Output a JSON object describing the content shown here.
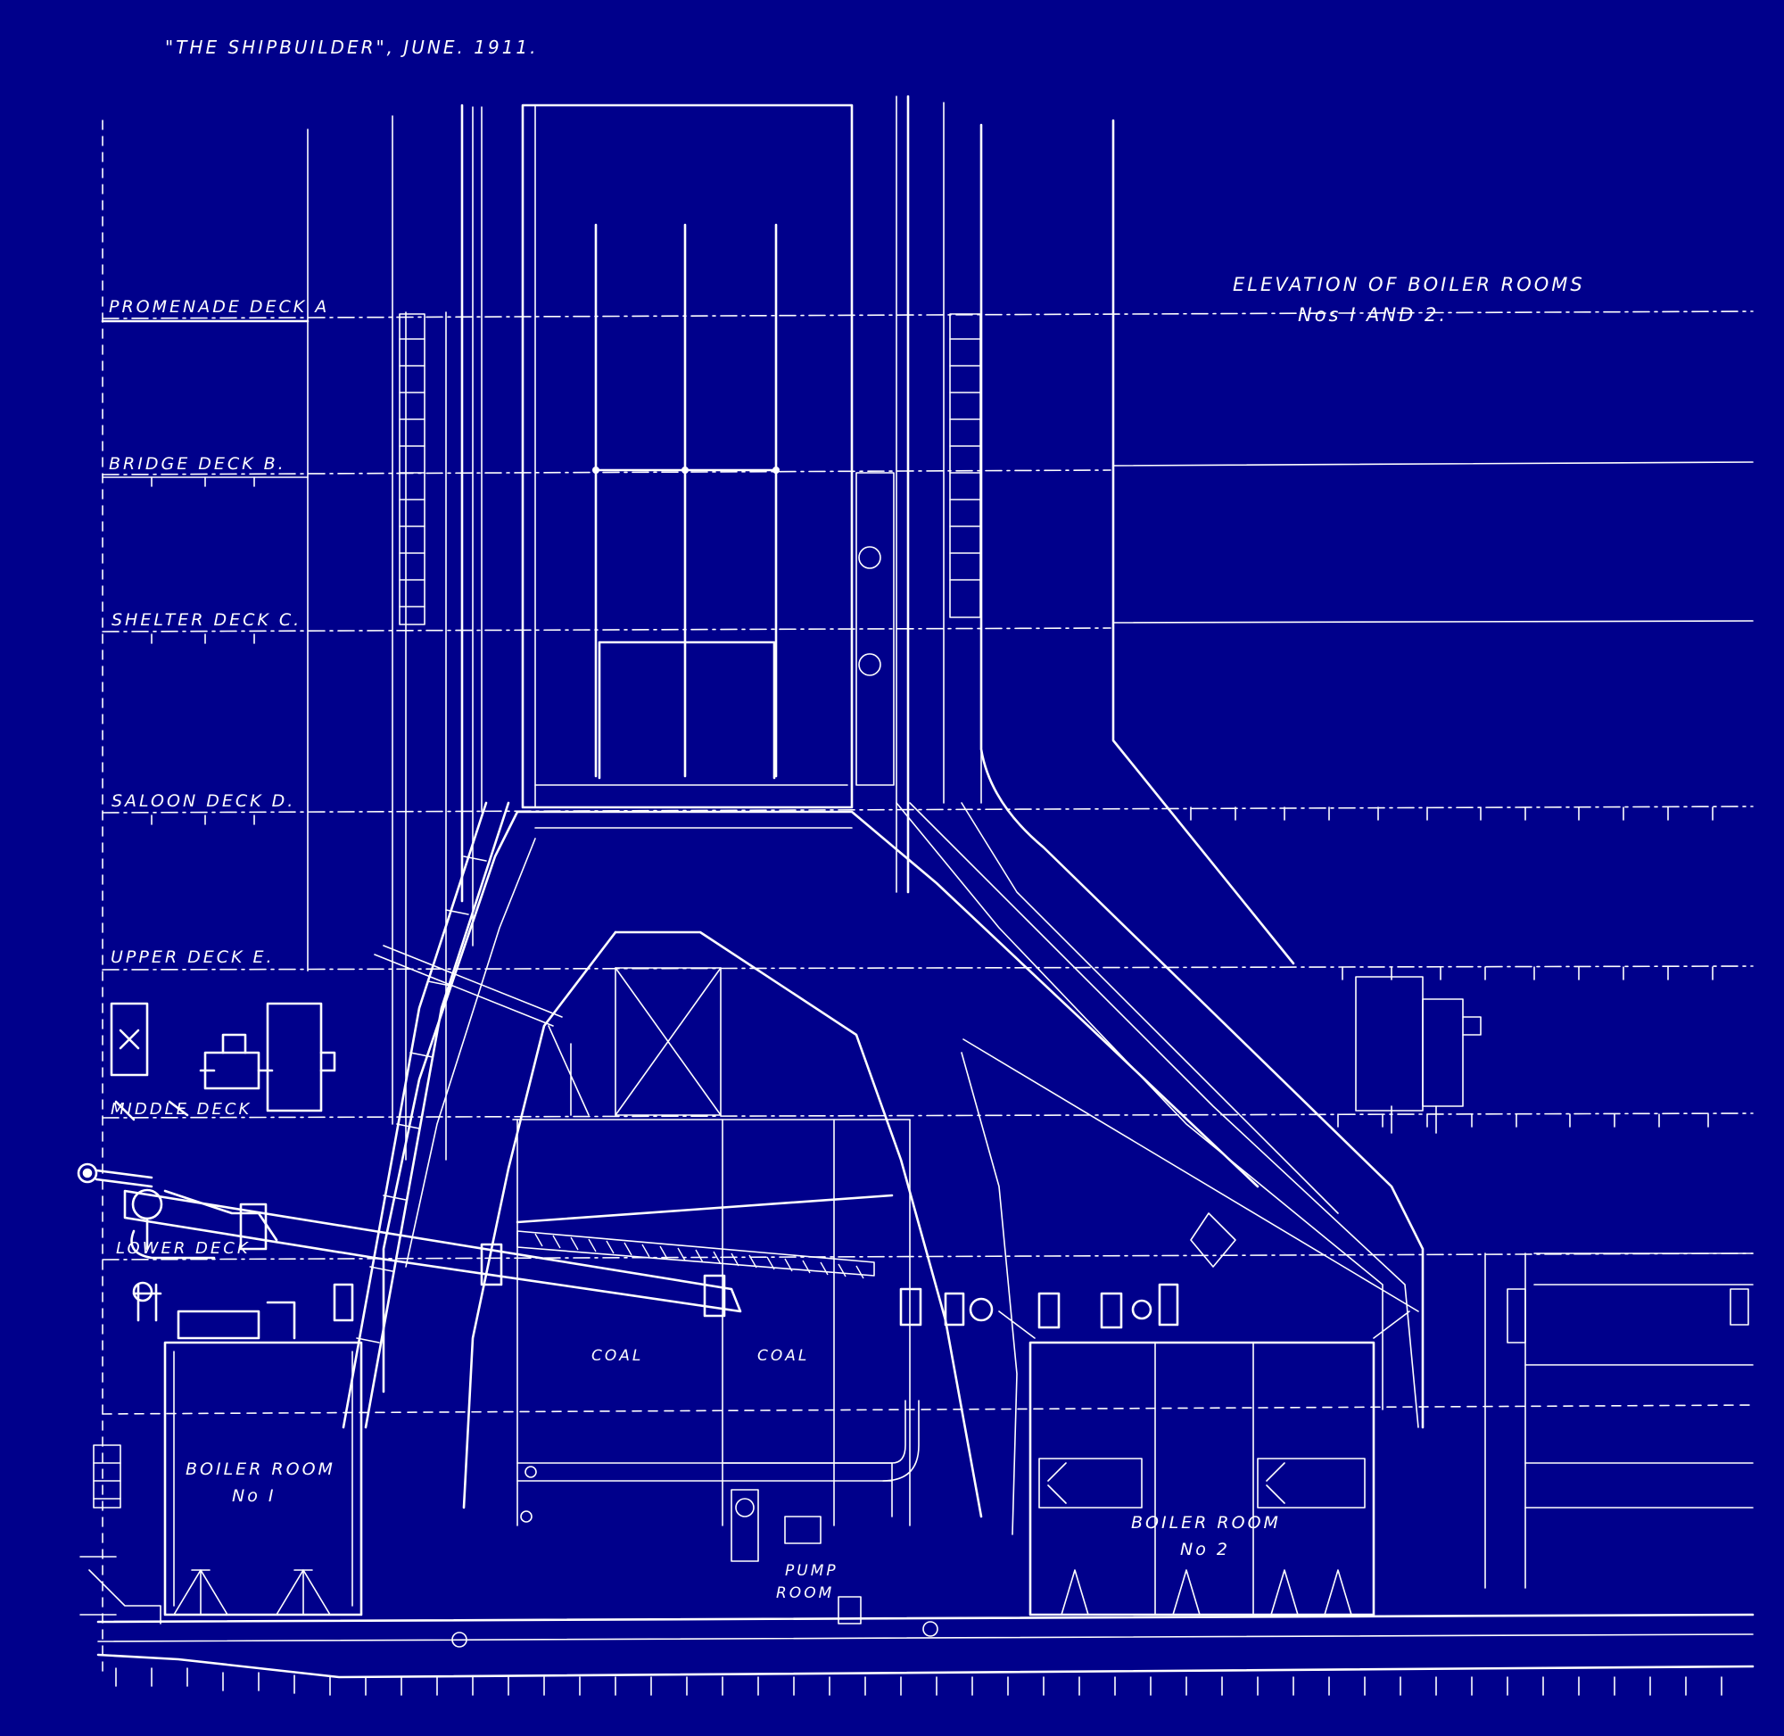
{
  "header": {
    "source": "\"THE SHIPBUILDER\", JUNE. 1911."
  },
  "title": {
    "line1": "ELEVATION OF BOILER ROOMS",
    "line2": "Nos I AND 2."
  },
  "decks": [
    "PROMENADE DECK A",
    "BRIDGE DECK B.",
    "SHELTER DECK C.",
    "SALOON DECK D.",
    "UPPER DECK E.",
    "MIDDLE DECK",
    "LOWER DECK"
  ],
  "compartments": {
    "boiler_room_1": {
      "line1": "BOILER ROOM",
      "line2": "No I"
    },
    "coal_1": "COAL",
    "coal_2": "COAL",
    "pump_room": {
      "line1": "PUMP",
      "line2": "ROOM"
    },
    "boiler_room_2": {
      "line1": "BOILER ROOM",
      "line2": "No 2"
    }
  },
  "colors": {
    "background": "#00008b",
    "ink": "#ffffff"
  }
}
